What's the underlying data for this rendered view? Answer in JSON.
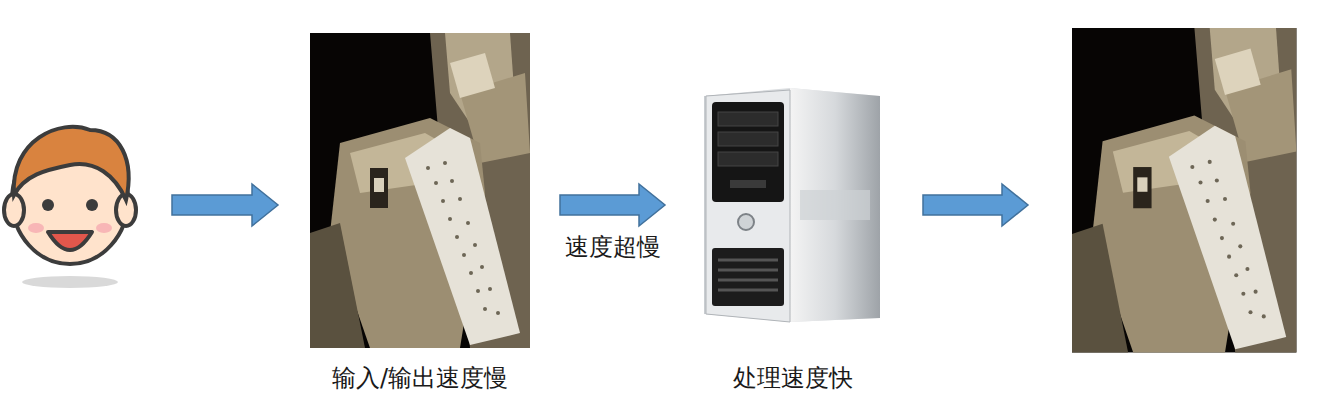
{
  "diagram": {
    "nodes": [
      {
        "text": [
          "输入/输出速度慢"
        ]
      },
      {
        "text": [
          "处理速度快"
        ]
      }
    ],
    "edges": [
      {
        "from": 0,
        "to": 1,
        "label": "速度超慢",
        "arrow": "to"
      }
    ]
  }
}
